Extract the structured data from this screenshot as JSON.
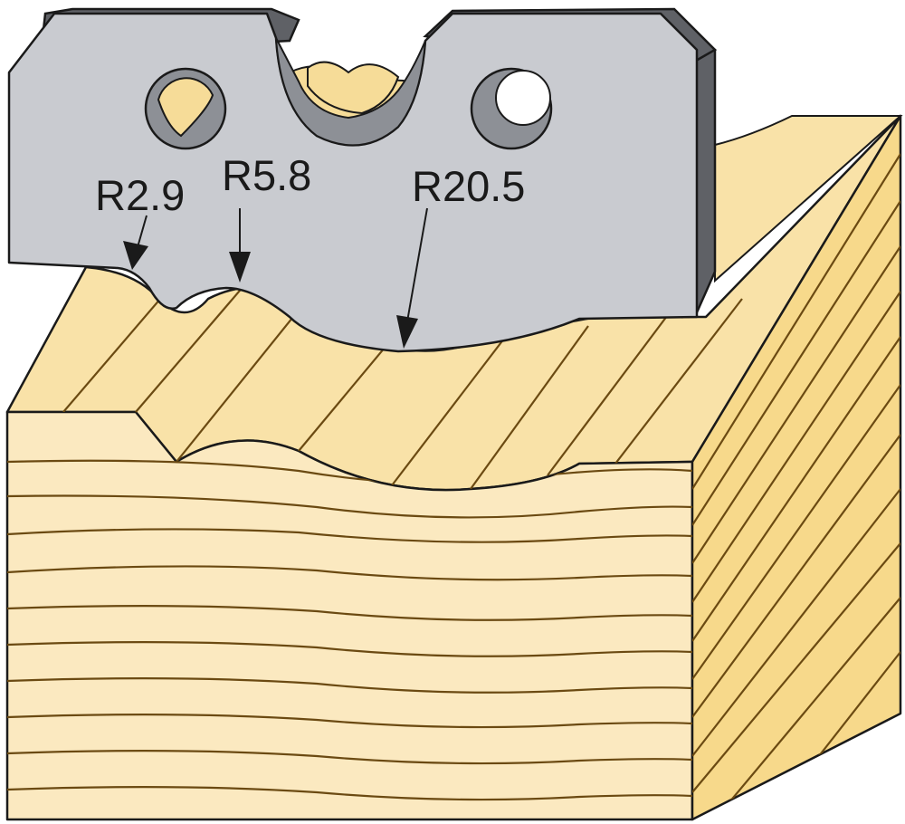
{
  "diagram": {
    "labels": {
      "radius_1": "R2.9",
      "radius_2": "R5.8",
      "radius_3": "R20.5"
    },
    "colors": {
      "wood_front": "#fbe9c0",
      "wood_top": "#f9e2a8",
      "wood_side": "#f7d98b",
      "wood_grain": "#6b4a12",
      "blade_face": "#c9cbd0",
      "blade_edge": "#5f6166",
      "blade_bevel": "#9a9ca2",
      "outline": "#1a1a1a"
    }
  }
}
